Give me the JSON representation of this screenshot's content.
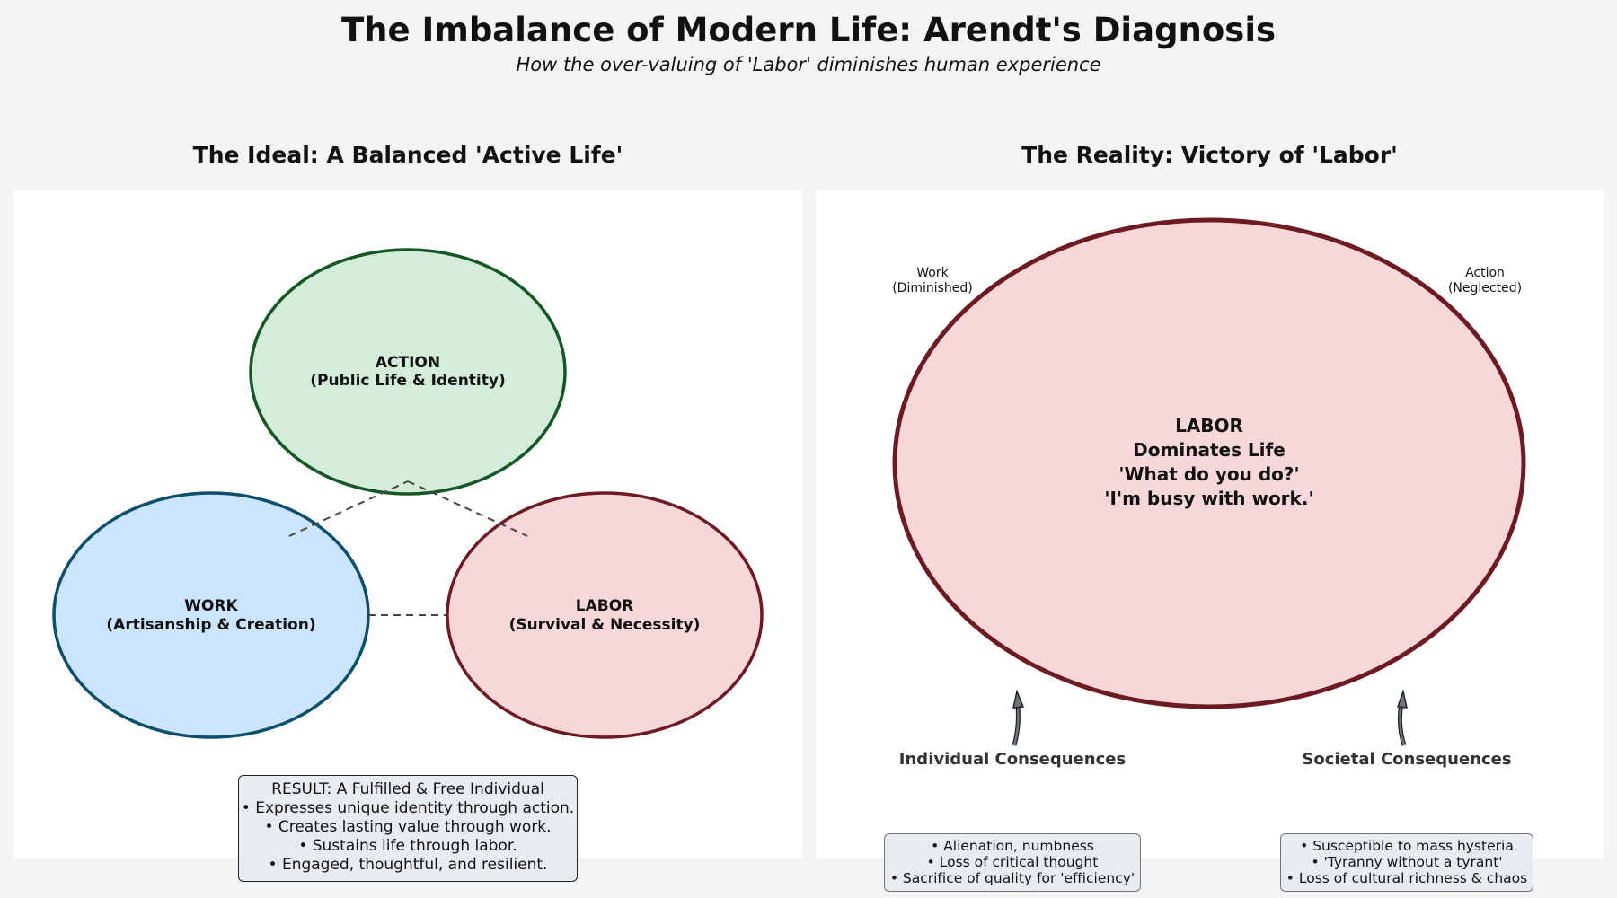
{
  "title": "The Imbalance of Modern Life: Arendt's Diagnosis",
  "subtitle": "How the over-valuing of 'Labor' diminishes human experience",
  "colors": {
    "background": "#f4f4f4",
    "action_fill": "#d4edda",
    "action_stroke": "#155724",
    "work_fill": "#cce5ff",
    "work_stroke": "#0b4f6c",
    "labor_fill": "#f8d7da",
    "labor_stroke": "#6d1a23"
  },
  "left_panel": {
    "heading": "The Ideal: A Balanced 'Active Life'",
    "action": {
      "name": "ACTION",
      "sub": "(Public Life & Identity)"
    },
    "work": {
      "name": "WORK",
      "sub": "(Artisanship & Creation)"
    },
    "labor": {
      "name": "LABOR",
      "sub": "(Survival & Necessity)"
    },
    "result": {
      "title": "RESULT: A Fulfilled & Free Individual",
      "items": [
        "• Expresses unique identity through action.",
        "• Creates lasting value through work.",
        "• Sustains life through labor.",
        "• Engaged, thoughtful, and resilient."
      ]
    }
  },
  "right_panel": {
    "heading": "The Reality: Victory of 'Labor'",
    "labor_big": {
      "lines": [
        "LABOR",
        "Dominates Life",
        "'What do you do?'",
        "'I'm busy with work.'"
      ]
    },
    "work_small": {
      "line1": "Work",
      "line2": "(Diminished)"
    },
    "action_small": {
      "line1": "Action",
      "line2": "(Neglected)"
    },
    "individual": {
      "label": "Individual Consequences",
      "items": [
        "• Alienation, numbness",
        "• Loss of critical thought",
        "• Sacrifice of quality for 'efficiency'"
      ]
    },
    "societal": {
      "label": "Societal Consequences",
      "items": [
        "• Susceptible to mass hysteria",
        "• 'Tyranny without a tyrant'",
        "• Loss of cultural richness & chaos"
      ]
    }
  }
}
